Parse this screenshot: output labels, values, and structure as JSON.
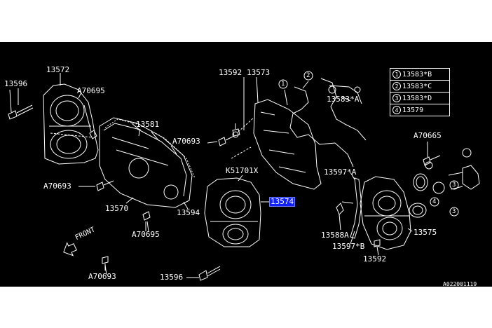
{
  "colors": {
    "background": "#000000",
    "ink": "#ffffff",
    "highlight": "#1020ff"
  },
  "labels": {
    "p13572": "13572",
    "p13596a": "13596",
    "pA70695a": "A70695",
    "p13581": "13581",
    "pA70693a": "A70693",
    "pA70693b": "A70693",
    "p13570": "13570",
    "pA70695b": "A70695",
    "p13594": "13594",
    "pA70693c": "A70693",
    "p13596b": "13596",
    "p13592a": "13592",
    "p13573": "13573",
    "pK51701X": "K51701X",
    "p13574": "13574",
    "p13583A": "13583*A",
    "p13597A": "13597*A",
    "p13588A": "13588A",
    "p13597B": "13597*B",
    "p13592b": "13592",
    "p13575": "13575",
    "pA70665": "A70665",
    "front": "FRONT",
    "drawing_ref": "A022001119"
  },
  "callouts": {
    "c1": "1",
    "c2": "2",
    "c3a": "3",
    "c3b": "3",
    "c4": "4"
  },
  "legend": [
    {
      "num": "1",
      "part": "13583*B"
    },
    {
      "num": "2",
      "part": "13583*C"
    },
    {
      "num": "3",
      "part": "13583*D"
    },
    {
      "num": "4",
      "part": "13579"
    }
  ]
}
